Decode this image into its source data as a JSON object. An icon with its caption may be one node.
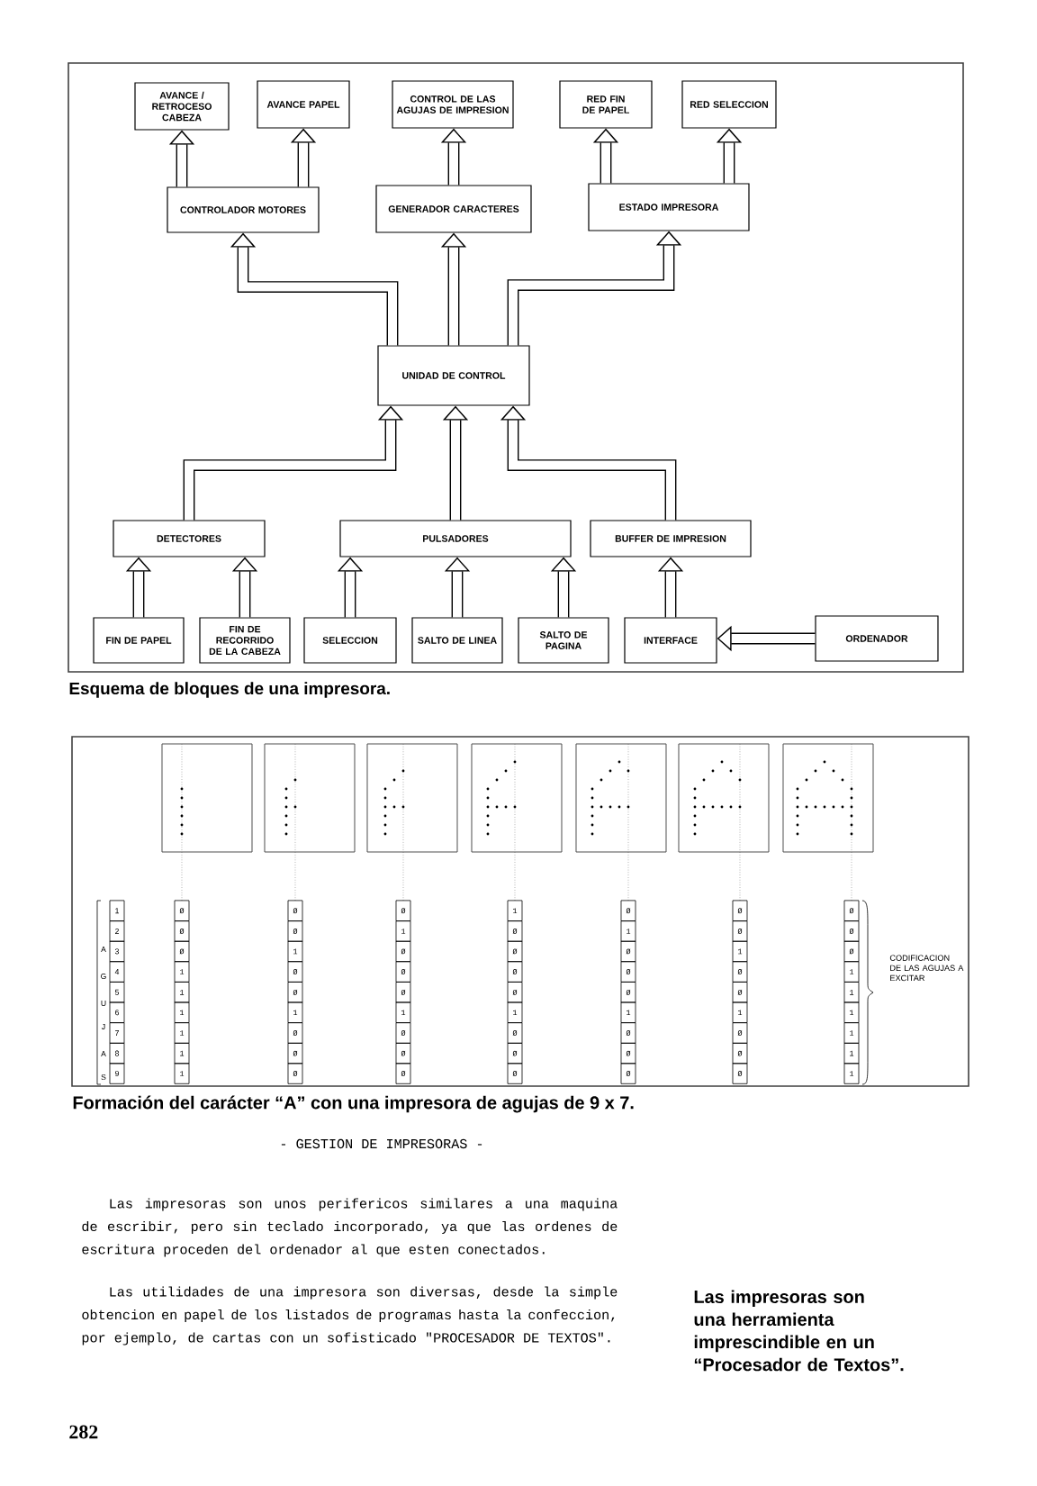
{
  "diagram": {
    "caption": "Esquema de bloques de una impresora.",
    "nodes": [
      {
        "text": [
          "AVANCE / RETROCESO CABEZA"
        ]
      },
      {
        "text": [
          "AVANCE PAPEL"
        ]
      },
      {
        "text": [
          "CONTROL DE LAS AGUJAS DE IMPRESION"
        ]
      },
      {
        "text": [
          "RED FIN DE PAPEL"
        ]
      },
      {
        "text": [
          "RED SELECCION"
        ]
      },
      {
        "text": [
          "CONTROLADOR MOTORES"
        ]
      },
      {
        "text": [
          "GENERADOR CARACTERES"
        ]
      },
      {
        "text": [
          "ESTADO IMPRESORA"
        ]
      },
      {
        "text": [
          "UNIDAD DE CONTROL"
        ]
      },
      {
        "text": [
          "DETECTORES"
        ]
      },
      {
        "text": [
          "PULSADORES"
        ]
      },
      {
        "text": [
          "BUFFER DE IMPRESION"
        ]
      },
      {
        "text": [
          "FIN DE PAPEL"
        ]
      },
      {
        "text": [
          "FIN DE RECORRIDO DE LA CABEZA"
        ]
      },
      {
        "text": [
          "SELECCION"
        ]
      },
      {
        "text": [
          "SALTO DE LINEA"
        ]
      },
      {
        "text": [
          "SALTO DE PAGINA"
        ]
      },
      {
        "text": [
          "INTERFACE"
        ]
      },
      {
        "text": [
          "ORDENADOR"
        ]
      }
    ],
    "edges": [
      {
        "from": 5,
        "to": 0,
        "arrow": "to"
      },
      {
        "from": 5,
        "to": 1,
        "arrow": "to"
      },
      {
        "from": 6,
        "to": 2,
        "arrow": "to"
      },
      {
        "from": 7,
        "to": 3,
        "arrow": "to"
      },
      {
        "from": 7,
        "to": 4,
        "arrow": "to"
      },
      {
        "from": 8,
        "to": 5,
        "arrow": "to"
      },
      {
        "from": 8,
        "to": 6,
        "arrow": "to"
      },
      {
        "from": 8,
        "to": 7,
        "arrow": "to"
      },
      {
        "from": 9,
        "to": 8,
        "arrow": "to"
      },
      {
        "from": 10,
        "to": 8,
        "arrow": "to"
      },
      {
        "from": 11,
        "to": 8,
        "arrow": "to"
      },
      {
        "from": 12,
        "to": 9,
        "arrow": "to"
      },
      {
        "from": 13,
        "to": 9,
        "arrow": "to"
      },
      {
        "from": 14,
        "to": 10,
        "arrow": "to"
      },
      {
        "from": 15,
        "to": 10,
        "arrow": "to"
      },
      {
        "from": 16,
        "to": 10,
        "arrow": "to"
      },
      {
        "from": 17,
        "to": 11,
        "arrow": "to"
      },
      {
        "from": 18,
        "to": 17,
        "arrow": "to"
      }
    ],
    "labels": [
      "A",
      "G",
      "U",
      "J",
      "A",
      "S",
      "1",
      "2",
      "3",
      "4",
      "5",
      "6",
      "7",
      "8",
      "9",
      "Ø",
      "Ø",
      "Ø",
      "1",
      "1",
      "1",
      "1",
      "1",
      "1",
      "Ø",
      "Ø",
      "1",
      "Ø",
      "Ø",
      "1",
      "Ø",
      "Ø",
      "Ø",
      "Ø",
      "1",
      "Ø",
      "Ø",
      "Ø",
      "1",
      "Ø",
      "Ø",
      "Ø",
      "1",
      "Ø",
      "Ø",
      "Ø",
      "Ø",
      "1",
      "Ø",
      "Ø",
      "Ø",
      "Ø",
      "1",
      "Ø",
      "Ø",
      "Ø",
      "1",
      "Ø",
      "Ø",
      "Ø",
      "Ø",
      "Ø",
      "1",
      "Ø",
      "Ø",
      "1",
      "Ø",
      "Ø",
      "Ø",
      "Ø",
      "Ø",
      "Ø",
      "1",
      "1",
      "1",
      "1",
      "1",
      "1",
      "CODIFICACION DE LAS AGUJAS A EXCITAR",
      "Formación del carácter “A” con una impresora de agujas de 9 x 7.",
      "- GESTION DE IMPRESORAS -",
      "Las impresoras son unos perifericos similares a una maquina de escribir, pero sin teclado incorporado, ya que las ordenes de escritura proceden del ordenador al que esten conectados.",
      "Las utilidades de una impresora son diversas, desde la simple obtencion en papel de los listados de programas hasta la confeccion, por ejemplo, de cartas con un sofisticado \"PROCESADOR DE TEXTOS\".",
      "Las impresoras son una herramienta imprescindible en un “Procesador de Textos”.",
      "282"
    ]
  }
}
